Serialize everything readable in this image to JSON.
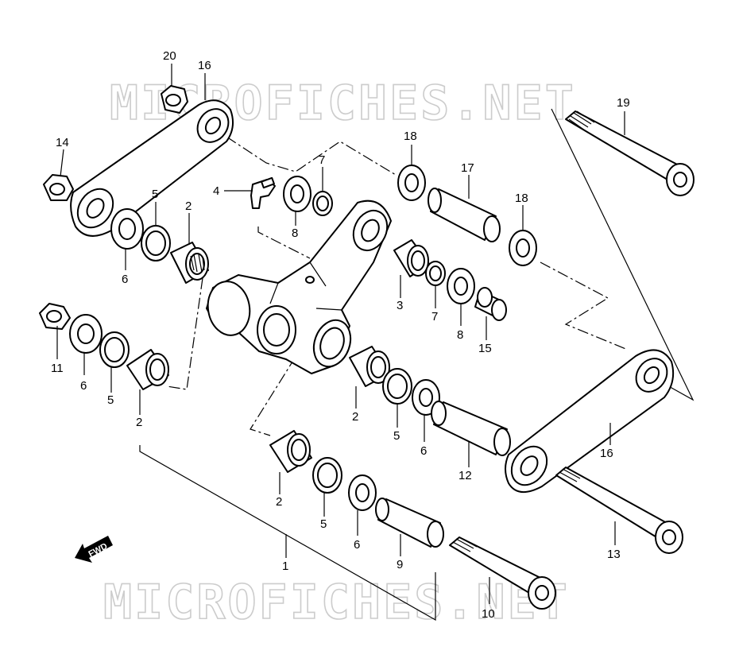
{
  "watermark": {
    "top": "MICROFICHES.NET",
    "bottom": "MICROFICHES.NET"
  },
  "fwd_label": "FWD",
  "callouts": {
    "c20": "20",
    "c16a": "16",
    "c19": "19",
    "c14": "14",
    "c18a": "18",
    "c7a": "7",
    "c17": "17",
    "c4": "4",
    "c5a": "5",
    "c2a": "2",
    "c8a": "8",
    "c18b": "18",
    "c6a": "6",
    "c3": "3",
    "c7b": "7",
    "c8b": "8",
    "c15": "15",
    "c11": "11",
    "c6b": "6",
    "c5b": "5",
    "c2b": "2",
    "c2c": "2",
    "c5c": "5",
    "c6c": "6",
    "c12": "12",
    "c16b": "16",
    "c2d": "2",
    "c5d": "5",
    "c6d": "6",
    "c13": "13",
    "c9": "9",
    "c1": "1",
    "c10": "10"
  },
  "colors": {
    "line": "#000000",
    "watermark": "#cccccc",
    "background": "#ffffff"
  }
}
